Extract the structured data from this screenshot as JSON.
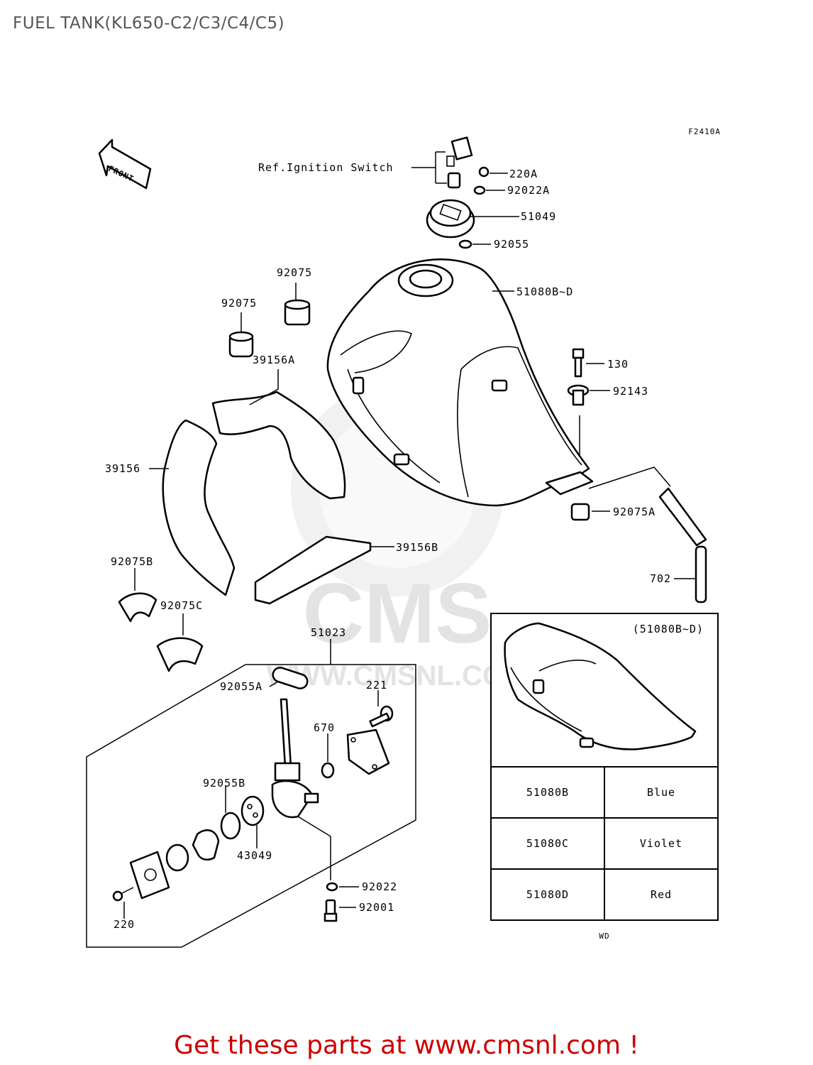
{
  "page": {
    "title": "FUEL TANK(KL650-C2/C3/C4/C5)",
    "figure_code": "F2410A",
    "front_label": "FRONT",
    "ref_note": "Ref.Ignition Switch",
    "footer_code": "WD",
    "promo_text": "Get these parts at www.cmsnl.com !",
    "watermark": {
      "logo_text": "CMS",
      "url_text": "WWW.CMSNL.COM"
    }
  },
  "parts": [
    {
      "id": "220A"
    },
    {
      "id": "92022A"
    },
    {
      "id": "51049"
    },
    {
      "id": "92055"
    },
    {
      "id": "51080B~D"
    },
    {
      "id": "92075"
    },
    {
      "id": "92075"
    },
    {
      "id": "39156A"
    },
    {
      "id": "39156"
    },
    {
      "id": "130"
    },
    {
      "id": "92143"
    },
    {
      "id": "92075A"
    },
    {
      "id": "39156B"
    },
    {
      "id": "702"
    },
    {
      "id": "92075B"
    },
    {
      "id": "92075C"
    },
    {
      "id": "51023"
    },
    {
      "id": "92055A"
    },
    {
      "id": "221"
    },
    {
      "id": "670"
    },
    {
      "id": "92055B"
    },
    {
      "id": "43049"
    },
    {
      "id": "92022"
    },
    {
      "id": "92001"
    },
    {
      "id": "220"
    }
  ],
  "color_table": {
    "caption": "(51080B~D)",
    "rows": [
      {
        "part": "51080B",
        "color": "Blue"
      },
      {
        "part": "51080C",
        "color": "Violet"
      },
      {
        "part": "51080D",
        "color": "Red"
      }
    ]
  }
}
